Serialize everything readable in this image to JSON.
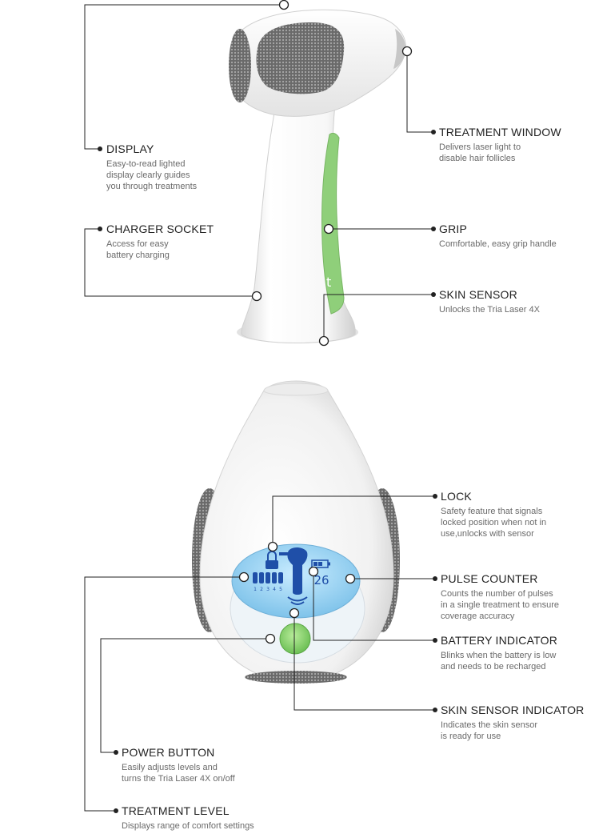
{
  "device_top": {
    "brand_mark": "t"
  },
  "callouts": [
    {
      "id": "display",
      "title": "DISPLAY",
      "desc": "Easy-to-read lighted\ndisplay clearly guides\nyou through treatments"
    },
    {
      "id": "treatment-window",
      "title": "TREATMENT WINDOW",
      "desc": "Delivers laser light to\ndisable hair follicles"
    },
    {
      "id": "charger-socket",
      "title": "CHARGER SOCKET",
      "desc": "Access for easy\nbattery charging"
    },
    {
      "id": "grip",
      "title": "GRIP",
      "desc": "Comfortable, easy grip handle"
    },
    {
      "id": "skin-sensor",
      "title": "SKIN SENSOR",
      "desc": "Unlocks the Tria Laser 4X"
    },
    {
      "id": "lock",
      "title": "LOCK",
      "desc": "Safety feature that signals\nlocked position when not in\nuse,unlocks with sensor"
    },
    {
      "id": "pulse-counter",
      "title": "PULSE COUNTER",
      "desc": "Counts the number of pulses\nin a single treatment to ensure\ncoverage accuracy"
    },
    {
      "id": "battery-indicator",
      "title": "BATTERY INDICATOR",
      "desc": "Blinks when the battery is low\nand needs to be recharged"
    },
    {
      "id": "skin-sensor-indicator",
      "title": "SKIN SENSOR INDICATOR",
      "desc": "Indicates the skin sensor\nis ready for use"
    },
    {
      "id": "power-button",
      "title": "POWER BUTTON",
      "desc": "Easily adjusts levels and\nturns the Tria Laser 4X on/off"
    },
    {
      "id": "treatment-level",
      "title": "TREATMENT LEVEL",
      "desc": "Displays range of comfort settings"
    }
  ],
  "lcd": {
    "pulse_count": "26",
    "levels": [
      "1",
      "2",
      "3",
      "4",
      "5"
    ]
  },
  "colors": {
    "accent_green": "#8fcf7a",
    "lcd_blue": "#9fd3f0",
    "lcd_ink": "#1f4fa8",
    "line": "#222222"
  }
}
